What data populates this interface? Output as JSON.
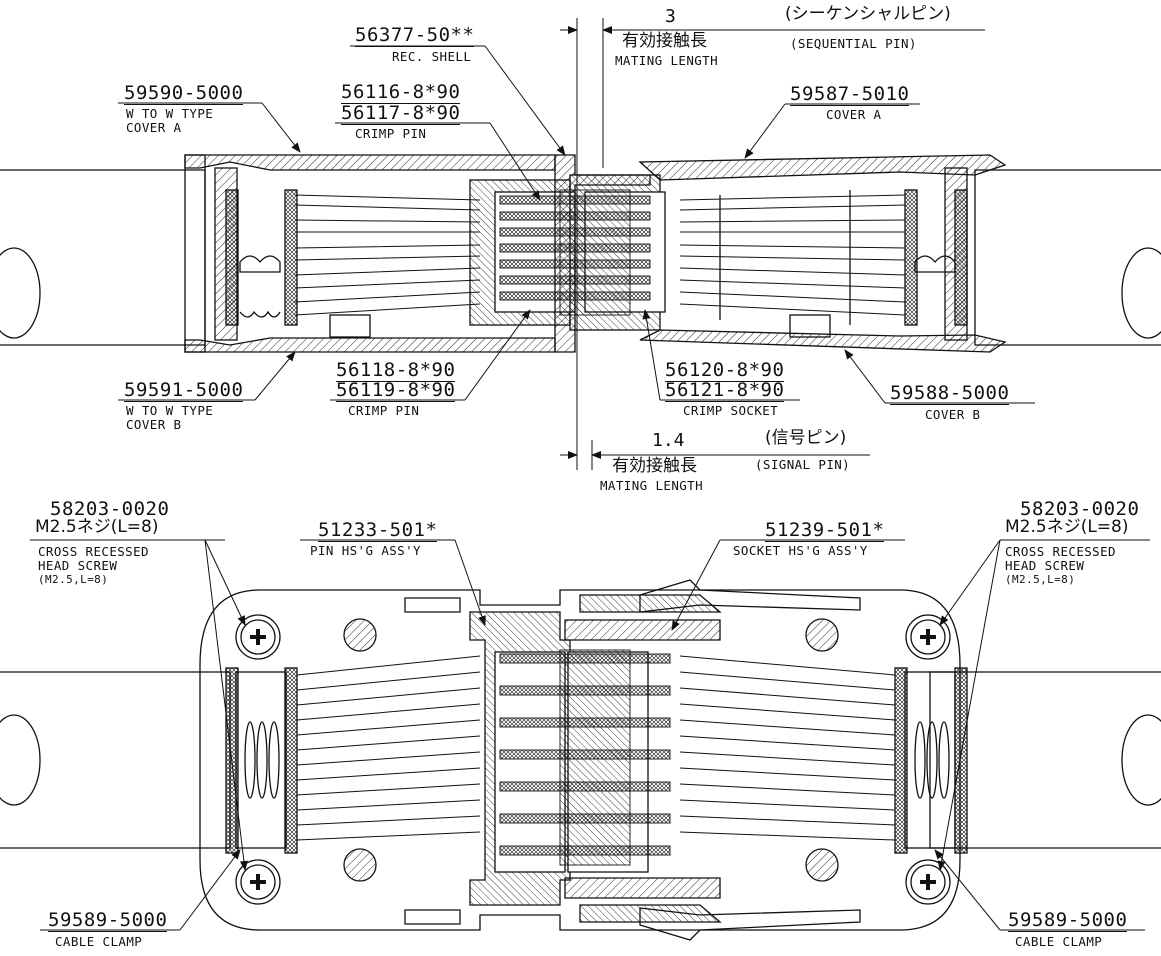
{
  "labels": {
    "rec_shell_pn": "56377-50**",
    "rec_shell_desc": "REC. SHELL",
    "w_cover_a_pn": "59590-5000",
    "w_cover_a_desc1": "W TO W TYPE",
    "w_cover_a_desc2": "COVER A",
    "crimp_pin_top_pn1": "56116-8*90",
    "crimp_pin_top_pn2": "56117-8*90",
    "crimp_pin_top_desc": "CRIMP PIN",
    "seq_len_value": "3",
    "seq_pin_jp": "(シーケンシャルピン)",
    "seq_eff_jp": "有効接触長",
    "seq_pin_en": "(SEQUENTIAL PIN)",
    "seq_mating_en": "MATING LENGTH",
    "cover_a_pn": "59587-5010",
    "cover_a_desc": "COVER A",
    "w_cover_b_pn": "59591-5000",
    "w_cover_b_desc1": "W TO W TYPE",
    "w_cover_b_desc2": "COVER B",
    "crimp_pin_bot_pn1": "56118-8*90",
    "crimp_pin_bot_pn2": "56119-8*90",
    "crimp_pin_bot_desc": "CRIMP PIN",
    "crimp_socket_pn1": "56120-8*90",
    "crimp_socket_pn2": "56121-8*90",
    "crimp_socket_desc": "CRIMP SOCKET",
    "cover_b_pn": "59588-5000",
    "cover_b_desc": "COVER B",
    "sig_len_value": "1.4",
    "sig_pin_jp": "(信号ピン)",
    "sig_eff_jp": "有効接触長",
    "sig_pin_en": "(SIGNAL PIN)",
    "sig_mating_en": "MATING LENGTH",
    "screw_left_pn": "58203-0020",
    "screw_left_jp": "M2.5ネジ(L=8)",
    "screw_left_desc1": "CROSS RECESSED",
    "screw_left_desc2": "HEAD SCREW",
    "screw_left_desc3": "(M2.5,L=8)",
    "pin_hsg_pn": "51233-501*",
    "pin_hsg_desc": "PIN HS'G ASS'Y",
    "socket_hsg_pn": "51239-501*",
    "socket_hsg_desc": "SOCKET HS'G ASS'Y",
    "screw_right_pn": "58203-0020",
    "screw_right_jp": "M2.5ネジ(L=8)",
    "screw_right_desc1": "CROSS RECESSED",
    "screw_right_desc2": "HEAD SCREW",
    "screw_right_desc3": "(M2.5,L=8)",
    "clamp_left_pn": "59589-5000",
    "clamp_left_desc": "CABLE CLAMP",
    "clamp_right_pn": "59589-5000",
    "clamp_right_desc": "CABLE CLAMP"
  }
}
